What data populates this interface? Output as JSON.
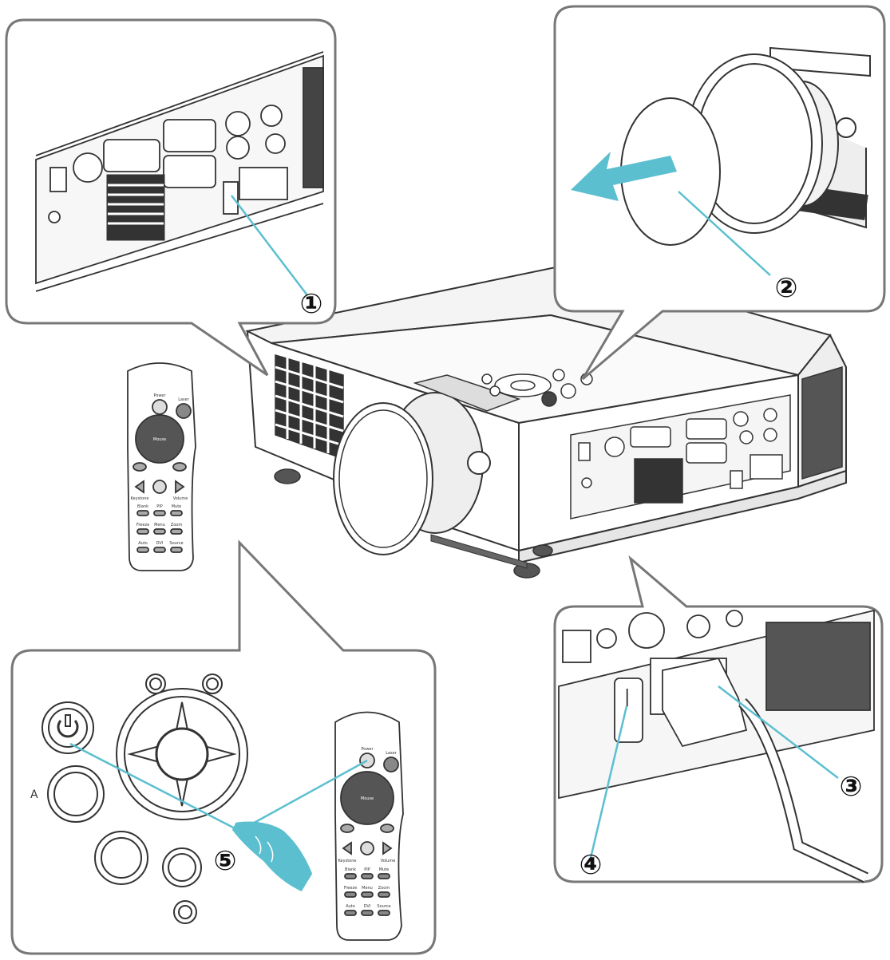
{
  "callouts": [
    {
      "id": "1",
      "symbol": "①"
    },
    {
      "id": "2",
      "symbol": "②"
    },
    {
      "id": "3",
      "symbol": "③"
    },
    {
      "id": "4",
      "symbol": "④"
    },
    {
      "id": "5",
      "symbol": "⑤"
    }
  ],
  "panel_label_a": "A",
  "remote_labels": {
    "power": "Power",
    "laser": "Laser",
    "mouse": "Mouse",
    "keystone": "Keystone",
    "volume": "Volume",
    "row1": [
      "Blank",
      "PIP",
      "Mute"
    ],
    "row2": [
      "Freeze",
      "Menu",
      "Zoom"
    ],
    "row3": [
      "Auto",
      "DVI",
      "Source"
    ]
  },
  "switch_mark": "|",
  "colors": {
    "line": "#333333",
    "accent": "#5bbfd0",
    "panel_border": "#777777",
    "panel_fill": "#ffffff",
    "gray_fill": "#d8d8d8",
    "dark_fill": "#555555"
  }
}
